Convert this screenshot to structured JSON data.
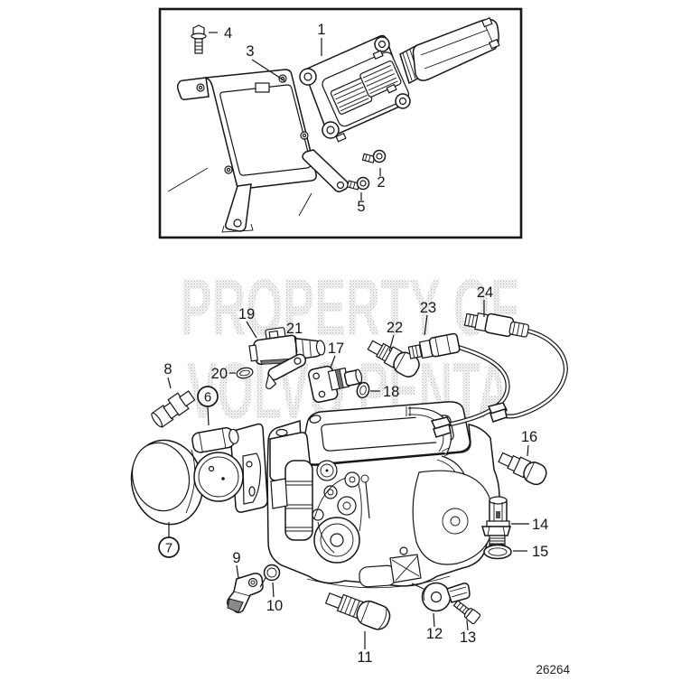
{
  "figure": {
    "watermark_line1": "PROPERTY OF",
    "watermark_line2": "VOLVO PENTA",
    "drawing_number": "26264"
  },
  "callouts": [
    "1",
    "2",
    "3",
    "4",
    "5",
    "6",
    "7",
    "8",
    "9",
    "10",
    "11",
    "12",
    "13",
    "14",
    "15",
    "16",
    "17",
    "18",
    "19",
    "20",
    "21",
    "22",
    "23",
    "24"
  ]
}
